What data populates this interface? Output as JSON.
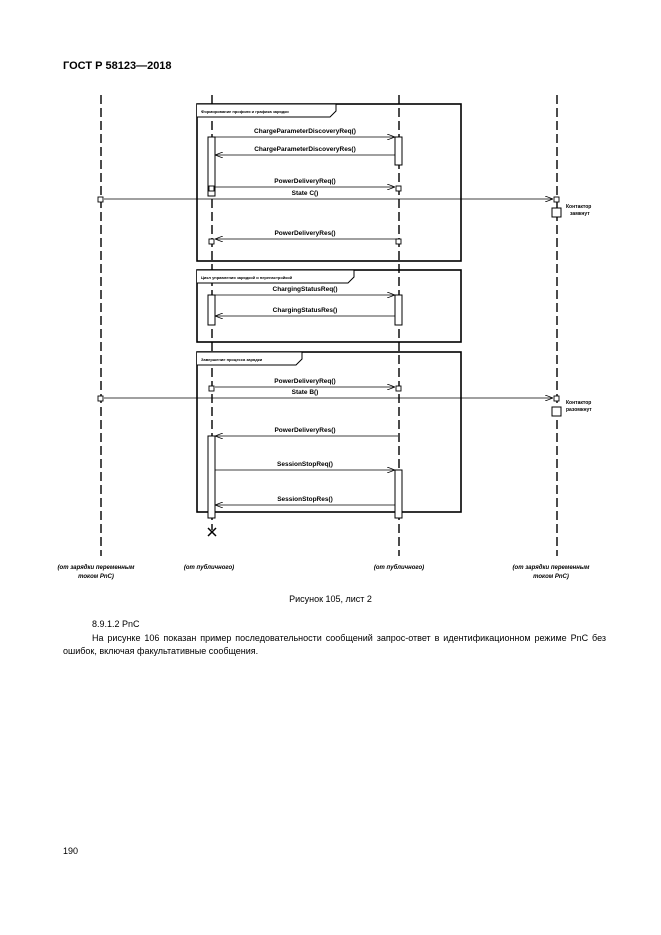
{
  "header": {
    "standard": "ГОСТ Р 58123—2018"
  },
  "diagram": {
    "frames": [
      {
        "title": "Формирование профиля и графика зарядки"
      },
      {
        "title": "Цикл управления зарядкой и перенастройкой"
      },
      {
        "title": "Завершение процесса зарядки"
      }
    ],
    "messages": [
      "ChargeParameterDiscoveryReq()",
      "ChargeParameterDiscoveryRes()",
      "PowerDeliveryReq()",
      "State C()",
      "PowerDeliveryRes()",
      "ChargingStatusReq()",
      "ChargingStatusRes()",
      "PowerDeliveryReq()",
      "State B()",
      "PowerDeliveryRes()",
      "SessionStopReq()",
      "SessionStopRes()"
    ],
    "notes": [
      {
        "line1": "Контактор",
        "line2": "замкнут"
      },
      {
        "line1": "Контактор",
        "line2": "разомкнут"
      }
    ],
    "lifelines": [
      {
        "line1": "(от зарядки переменным",
        "line2": "током PnC)"
      },
      {
        "line1": "(от публичного)",
        "line2": ""
      },
      {
        "line1": "(от публичного)",
        "line2": ""
      },
      {
        "line1": "(от зарядки переменным",
        "line2": "током PnC)"
      }
    ]
  },
  "caption": "Рисунок 105, лист 2",
  "section": {
    "number": "8.9.1.2 PnC"
  },
  "paragraph": "На рисунке 106 показан пример последовательности сообщений запрос-ответ в идентификационном режиме PnC без ошибок, включая факультативные сообщения.",
  "page_number": "190"
}
